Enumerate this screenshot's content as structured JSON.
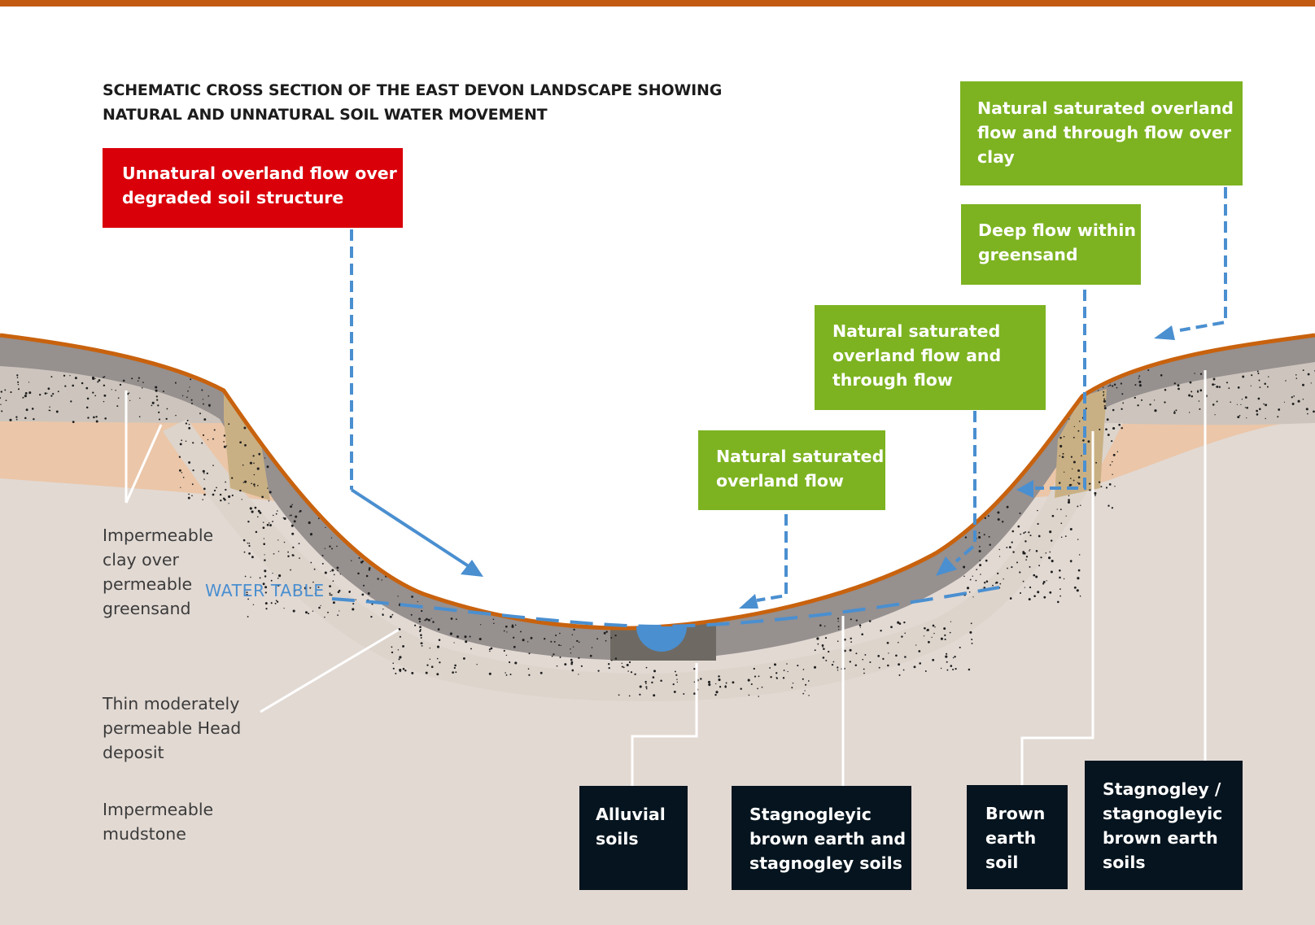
{
  "title_lines": [
    "SCHEMATIC CROSS SECTION OF THE EAST DEVON LANDSCAPE SHOWING",
    "NATURAL AND UNNATURAL SOIL WATER MOVEMENT"
  ],
  "callouts": {
    "unnatural_overland_flow": [
      "Unnatural overland flow over",
      "degraded soil structure"
    ],
    "natural_overland_through_clay": [
      "Natural saturated overland",
      "flow and through flow over",
      "clay"
    ],
    "deep_flow": [
      "Deep flow within",
      "greensand"
    ],
    "natural_overland_through": [
      "Natural saturated",
      "overland flow and",
      "through flow"
    ],
    "natural_overland": [
      "Natural saturated",
      "overland flow"
    ]
  },
  "soil_labels": {
    "alluvial": [
      "Alluvial",
      "soils"
    ],
    "stagnogleyic_brown_earth": [
      "Stagnogleyic",
      "brown earth and",
      "stagnogley soils"
    ],
    "brown_earth": [
      "Brown",
      "earth",
      "soil"
    ],
    "stagnogley": [
      "Stagnogley /",
      "stagnogleyic",
      "brown earth",
      "soils"
    ]
  },
  "geology_labels": {
    "clay_over_greensand": [
      "Impermeable",
      "clay over",
      "permeable",
      "greensand"
    ],
    "head_deposit": [
      "Thin moderately",
      "permeable Head",
      "deposit"
    ],
    "mudstone": [
      "Impermeable",
      "mudstone"
    ]
  },
  "water_table_label": "WATER TABLE",
  "colors": {
    "frame_orange": "#c35a12",
    "surface_line": "#c8620e",
    "unnatural_red": "#d9000a",
    "natural_green": "#7db321",
    "soil_label_dark": "#05141e",
    "water_blue": "#4a8fd0",
    "mudstone": "#e2d9d3",
    "greensand": "#ebc6a8",
    "clay": "#cdc5bd",
    "soil_grey": "#96908f"
  }
}
